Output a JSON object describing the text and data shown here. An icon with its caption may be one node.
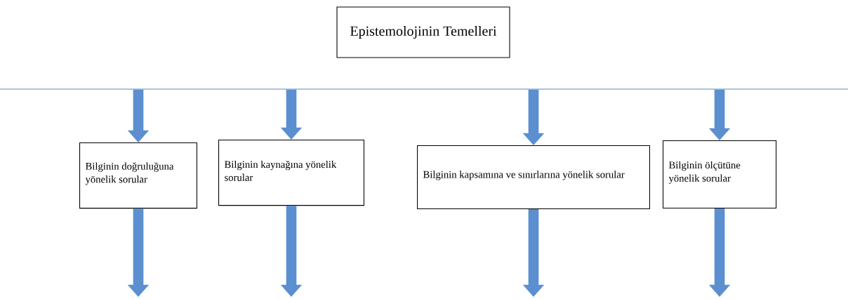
{
  "diagram": {
    "title": "Epistemolojinin Temelleri",
    "nodes": [
      {
        "text": [],
        "shape": "bar"
      },
      {
        "text": [
          "Bilginin doğruluğuna yönelik sorular"
        ]
      },
      {
        "text": [
          "Bilginin kaynağına yönelik sorular"
        ]
      },
      {
        "text": [
          "Bilginin kapsamına ve sınırlarına yönelik sorular"
        ]
      },
      {
        "text": [
          "Bilginin ölçütüne yönelik sorular"
        ]
      }
    ],
    "edges": [
      {
        "from": 0,
        "to": 1,
        "arrow": "to"
      },
      {
        "from": 0,
        "to": 2,
        "arrow": "to"
      },
      {
        "from": 0,
        "to": 3,
        "arrow": "to"
      },
      {
        "from": 0,
        "to": 4,
        "arrow": "to"
      },
      {
        "from": 1,
        "to": null,
        "arrow": "to"
      },
      {
        "from": 2,
        "to": null,
        "arrow": "to"
      },
      {
        "from": 3,
        "to": null,
        "arrow": "to"
      },
      {
        "from": 4,
        "to": null,
        "arrow": "to"
      }
    ]
  }
}
